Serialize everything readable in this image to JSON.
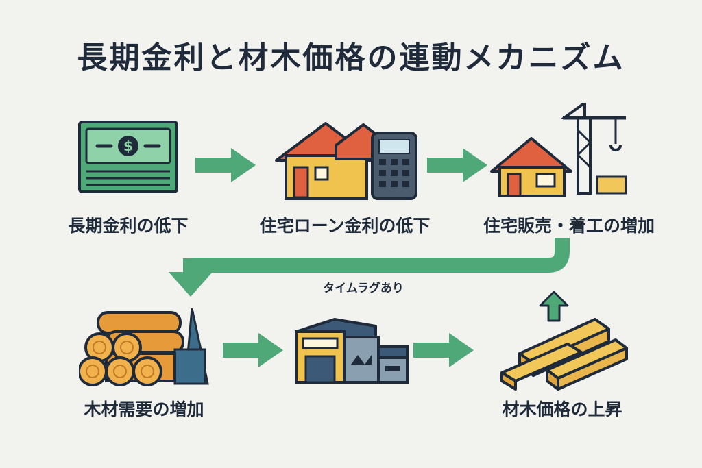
{
  "title": "長期金利と材木価格の連動メカニズム",
  "steps": [
    {
      "label": "長期金利の低下",
      "icon": "money-icon"
    },
    {
      "label": "住宅ローン金利の低下",
      "icon": "house-calculator-icon"
    },
    {
      "label": "住宅販売・着工の増加",
      "icon": "house-crane-icon"
    },
    {
      "label": "木材需要の増加",
      "icon": "logs-icon"
    },
    {
      "label": "",
      "icon": "factory-icon"
    },
    {
      "label": "材木価格の上昇",
      "icon": "lumber-rising-icon"
    }
  ],
  "lag_label": "タイムラグあり",
  "colors": {
    "arrow": "#4fa878",
    "outline": "#1f2b3a",
    "money": "#4fa878",
    "roof": "#e0613f",
    "wall": "#f0c24e",
    "wood": "#e79a3a",
    "lumber": "#f1c75a"
  }
}
